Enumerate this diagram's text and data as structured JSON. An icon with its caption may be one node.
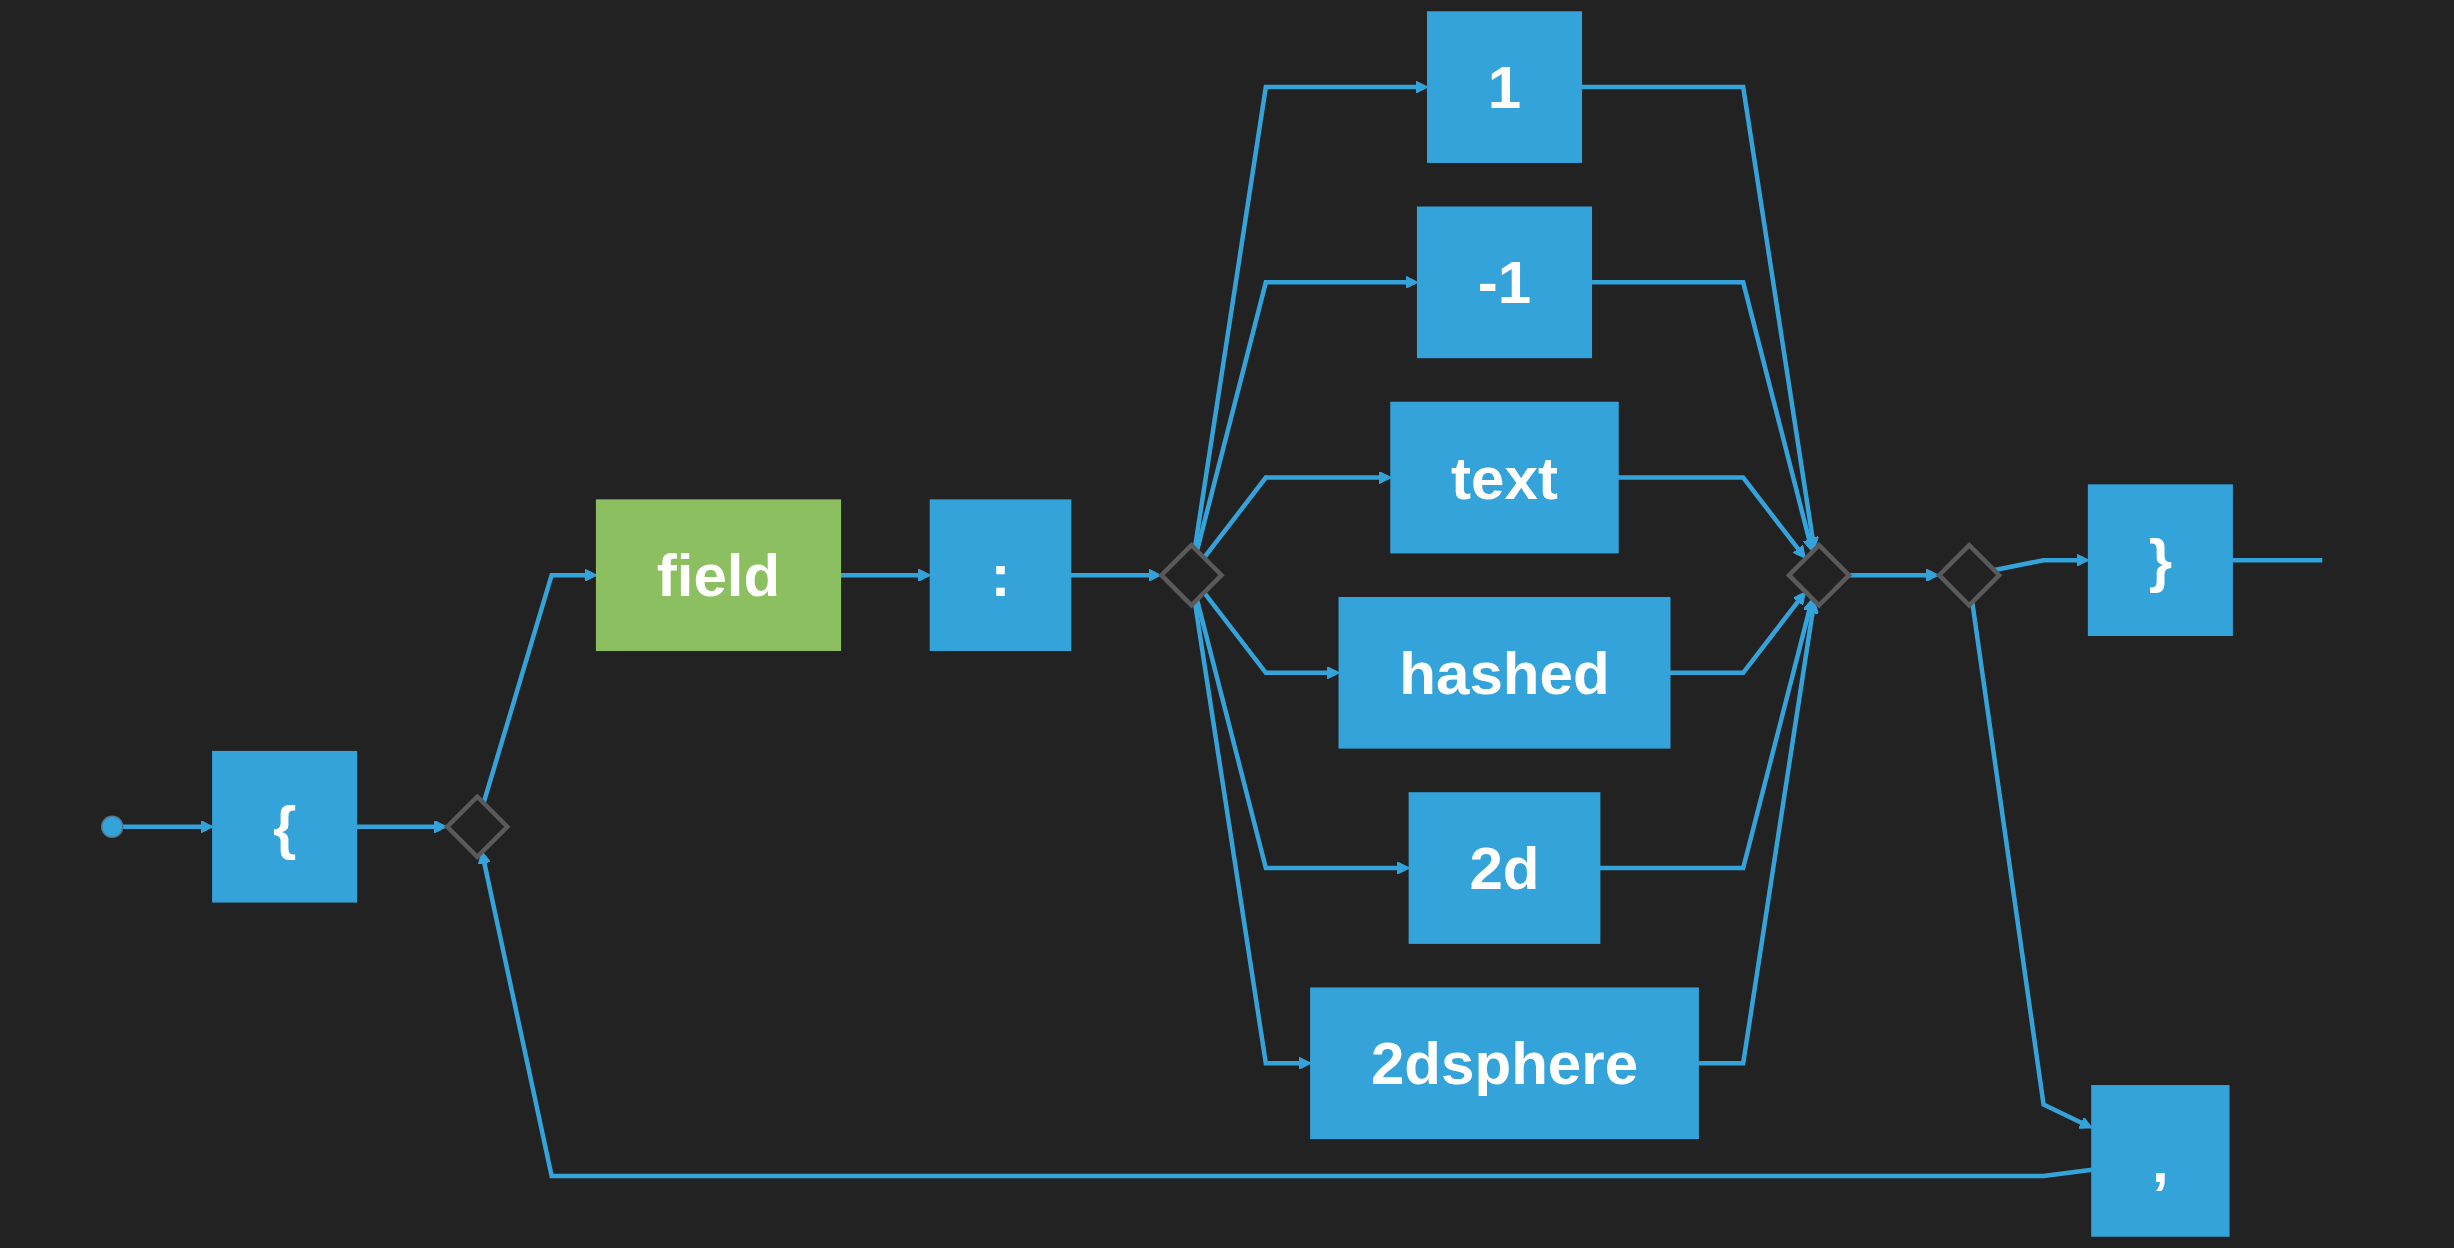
{
  "diagram": {
    "nodes": [
      {
        "text": [],
        "shape": "circle"
      },
      {
        "text": [
          "{"
        ]
      },
      {
        "text": [],
        "shape": "diamond"
      },
      {
        "text": [
          "field"
        ]
      },
      {
        "text": [
          ":"
        ]
      },
      {
        "text": [],
        "shape": "diamond"
      },
      {
        "text": [
          "1"
        ]
      },
      {
        "text": [],
        "shape": "diamond"
      },
      {
        "text": [],
        "shape": "diamond"
      },
      {
        "text": [
          "}"
        ]
      },
      {
        "text": [
          "-1"
        ]
      },
      {
        "text": [
          "text"
        ]
      },
      {
        "text": [
          "hashed"
        ]
      },
      {
        "text": [
          "2d"
        ]
      },
      {
        "text": [
          "2dsphere"
        ]
      },
      {
        "text": [
          ","
        ]
      }
    ],
    "edges": [
      {
        "from": 0,
        "to": 1,
        "arrow": "to"
      },
      {
        "from": 1,
        "to": 2,
        "arrow": "to"
      },
      {
        "from": 2,
        "to": 3,
        "arrow": "to"
      },
      {
        "from": 3,
        "to": 4,
        "arrow": "to"
      },
      {
        "from": 4,
        "to": 5,
        "arrow": "to"
      },
      {
        "from": 5,
        "to": 6,
        "arrow": "to"
      },
      {
        "from": 6,
        "to": 7,
        "arrow": "to"
      },
      {
        "from": 7,
        "to": 8,
        "arrow": "to"
      },
      {
        "from": 8,
        "to": 9,
        "arrow": "to"
      },
      {
        "from": 9,
        "to": null,
        "arrow": "none"
      },
      {
        "from": 5,
        "to": 10,
        "arrow": "to"
      },
      {
        "from": 5,
        "to": 11,
        "arrow": "to"
      },
      {
        "from": 5,
        "to": 12,
        "arrow": "to"
      },
      {
        "from": 5,
        "to": 13,
        "arrow": "to"
      },
      {
        "from": 5,
        "to": 14,
        "arrow": "to"
      },
      {
        "from": 10,
        "to": 7,
        "arrow": "to"
      },
      {
        "from": 11,
        "to": 7,
        "arrow": "to"
      },
      {
        "from": 12,
        "to": 7,
        "arrow": "to"
      },
      {
        "from": 13,
        "to": 7,
        "arrow": "to"
      },
      {
        "from": 14,
        "to": 7,
        "arrow": "to"
      },
      {
        "from": 8,
        "to": 15,
        "arrow": "to"
      },
      {
        "from": 15,
        "to": 2,
        "arrow": "to"
      }
    ]
  }
}
